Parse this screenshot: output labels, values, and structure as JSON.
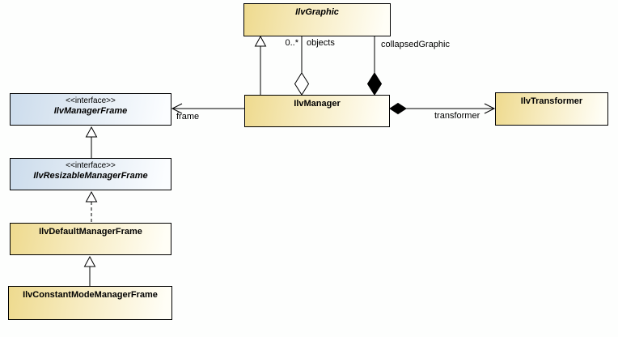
{
  "diagram_type": "uml-class-diagram",
  "colors": {
    "class_fill_yellow": "#eeda8e",
    "class_fill_blue": "#ccdcec",
    "border": "#000000",
    "background": "#fdfefd"
  },
  "classes": [
    {
      "name": "IlvGraphic",
      "abstract": true
    },
    {
      "name": "IlvManager"
    },
    {
      "name": "IlvTransformer"
    },
    {
      "stereotype": "<<interface>>",
      "name": "IlvManagerFrame"
    },
    {
      "stereotype": "<<interface>>",
      "name": "IlvResizableManagerFrame"
    },
    {
      "name": "IlvDefaultManagerFrame"
    },
    {
      "name": "IlvConstantModeManagerFrame"
    }
  ],
  "relationships": [
    {
      "type": "generalization",
      "from": "IlvManager",
      "to": "IlvGraphic"
    },
    {
      "type": "aggregation",
      "from": "IlvManager",
      "to": "IlvGraphic",
      "multiplicity": "0..*",
      "role": "objects"
    },
    {
      "type": "composition",
      "from": "IlvManager",
      "to": "IlvGraphic",
      "role": "collapsedGraphic"
    },
    {
      "type": "association",
      "from": "IlvManager",
      "to": "IlvManagerFrame",
      "role": "frame"
    },
    {
      "type": "composition",
      "from": "IlvManager",
      "to": "IlvTransformer",
      "role": "transformer"
    },
    {
      "type": "generalization",
      "from": "IlvResizableManagerFrame",
      "to": "IlvManagerFrame"
    },
    {
      "type": "realization",
      "from": "IlvDefaultManagerFrame",
      "to": "IlvResizableManagerFrame"
    },
    {
      "type": "generalization",
      "from": "IlvConstantModeManagerFrame",
      "to": "IlvDefaultManagerFrame"
    }
  ]
}
